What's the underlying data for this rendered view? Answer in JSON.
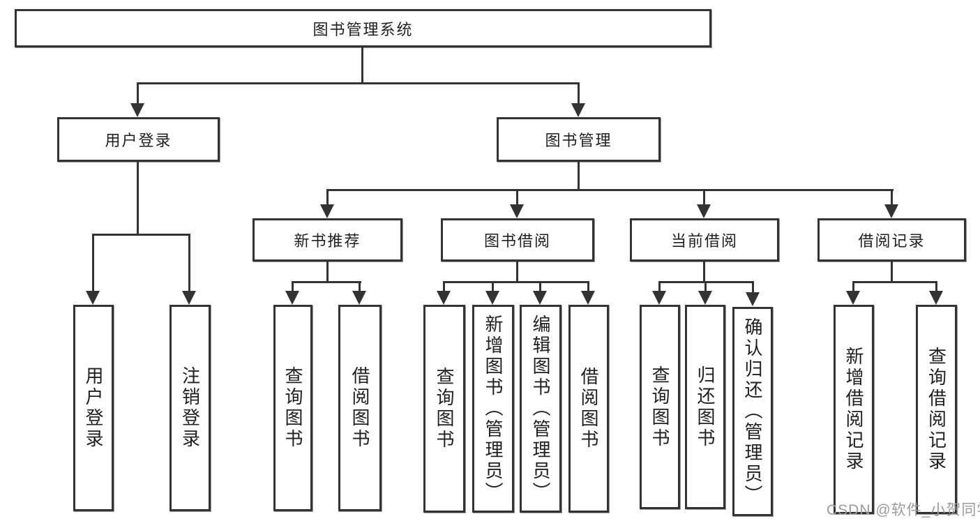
{
  "title": "图书管理系统",
  "watermark": "CSDN @软件_小贺同学",
  "colors": {
    "line": "#333333",
    "text": "#1f1f1f",
    "box_background": "#ffffff",
    "watermark": "#9b9b9b"
  },
  "tree": {
    "root": {
      "label": "图书管理系统",
      "children": [
        {
          "label": "用户登录",
          "children": [
            {
              "label": "用户登录"
            },
            {
              "label": "注销登录"
            }
          ]
        },
        {
          "label": "图书管理",
          "children": [
            {
              "label": "新书推荐",
              "children": [
                {
                  "label": "查询图书"
                },
                {
                  "label": "借阅图书"
                }
              ]
            },
            {
              "label": "图书借阅",
              "children": [
                {
                  "label": "查询图书"
                },
                {
                  "label": "新增图书（管理员）"
                },
                {
                  "label": "编辑图书（管理员）"
                },
                {
                  "label": "借阅图书"
                }
              ]
            },
            {
              "label": "当前借阅",
              "children": [
                {
                  "label": "查询图书"
                },
                {
                  "label": "归还图书"
                },
                {
                  "label": "确认归还（管理员）"
                }
              ]
            },
            {
              "label": "借阅记录",
              "children": [
                {
                  "label": "新增借阅记录"
                },
                {
                  "label": "查询借阅记录"
                }
              ]
            }
          ]
        }
      ]
    }
  }
}
